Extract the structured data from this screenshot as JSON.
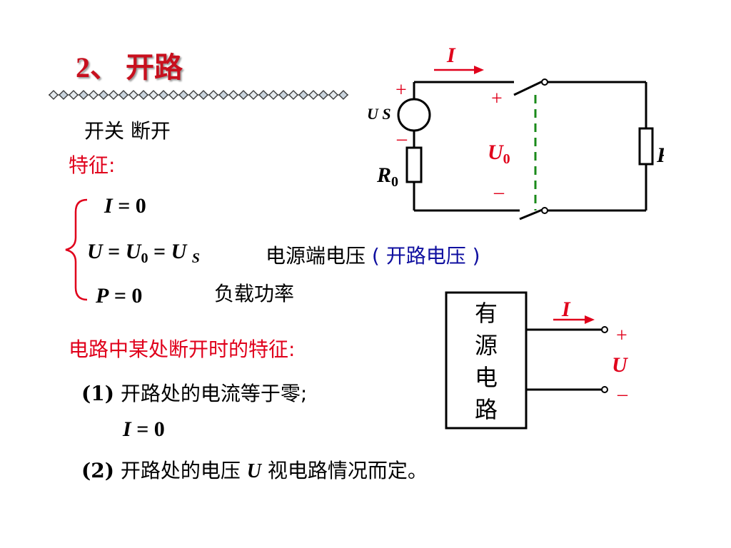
{
  "title": "2、 开路",
  "state_label": "开关 断开",
  "features_heading": "特征:",
  "equations": {
    "i_eq": {
      "var": "I",
      "rest": " = 0"
    },
    "u_eq": {
      "u": "U",
      "eq1": " = ",
      "u0": "U",
      "u0_sub": "0",
      "eq2": " = ",
      "us": "U",
      "us_sub": "S"
    },
    "p_eq": {
      "var": "P",
      "rest": " = 0"
    }
  },
  "terminal_voltage_label": "电源端电压",
  "open_circuit_voltage_note": "( 开路电压 )",
  "load_power_label": "负载功率",
  "break_heading": "电路中某处断开时的特征:",
  "point1": {
    "num": "(1)",
    "text": " 开路处的电流等于零;"
  },
  "point1_eq": {
    "var": "I",
    "rest": " = 0"
  },
  "point2": {
    "num": "(2)",
    "pre": " 开路处的电压 ",
    "var": "U",
    "post": " 视电路情况而定。"
  },
  "circuit": {
    "current_label": "I",
    "source_label": "U S",
    "plus": "+",
    "minus": "–",
    "u0_main": "U",
    "u0_sub": "0",
    "r0_main": "R",
    "r0_sub": "0",
    "load_label": "R"
  },
  "source_box": {
    "chars": [
      "有",
      "源",
      "电",
      "路"
    ],
    "current_label": "I",
    "voltage_label": "U",
    "plus": "+",
    "minus": "–"
  },
  "colors": {
    "title": "#c8101e",
    "accent": "#e0001b",
    "blue": "#1010a0",
    "dash": "#1a8a1a"
  }
}
